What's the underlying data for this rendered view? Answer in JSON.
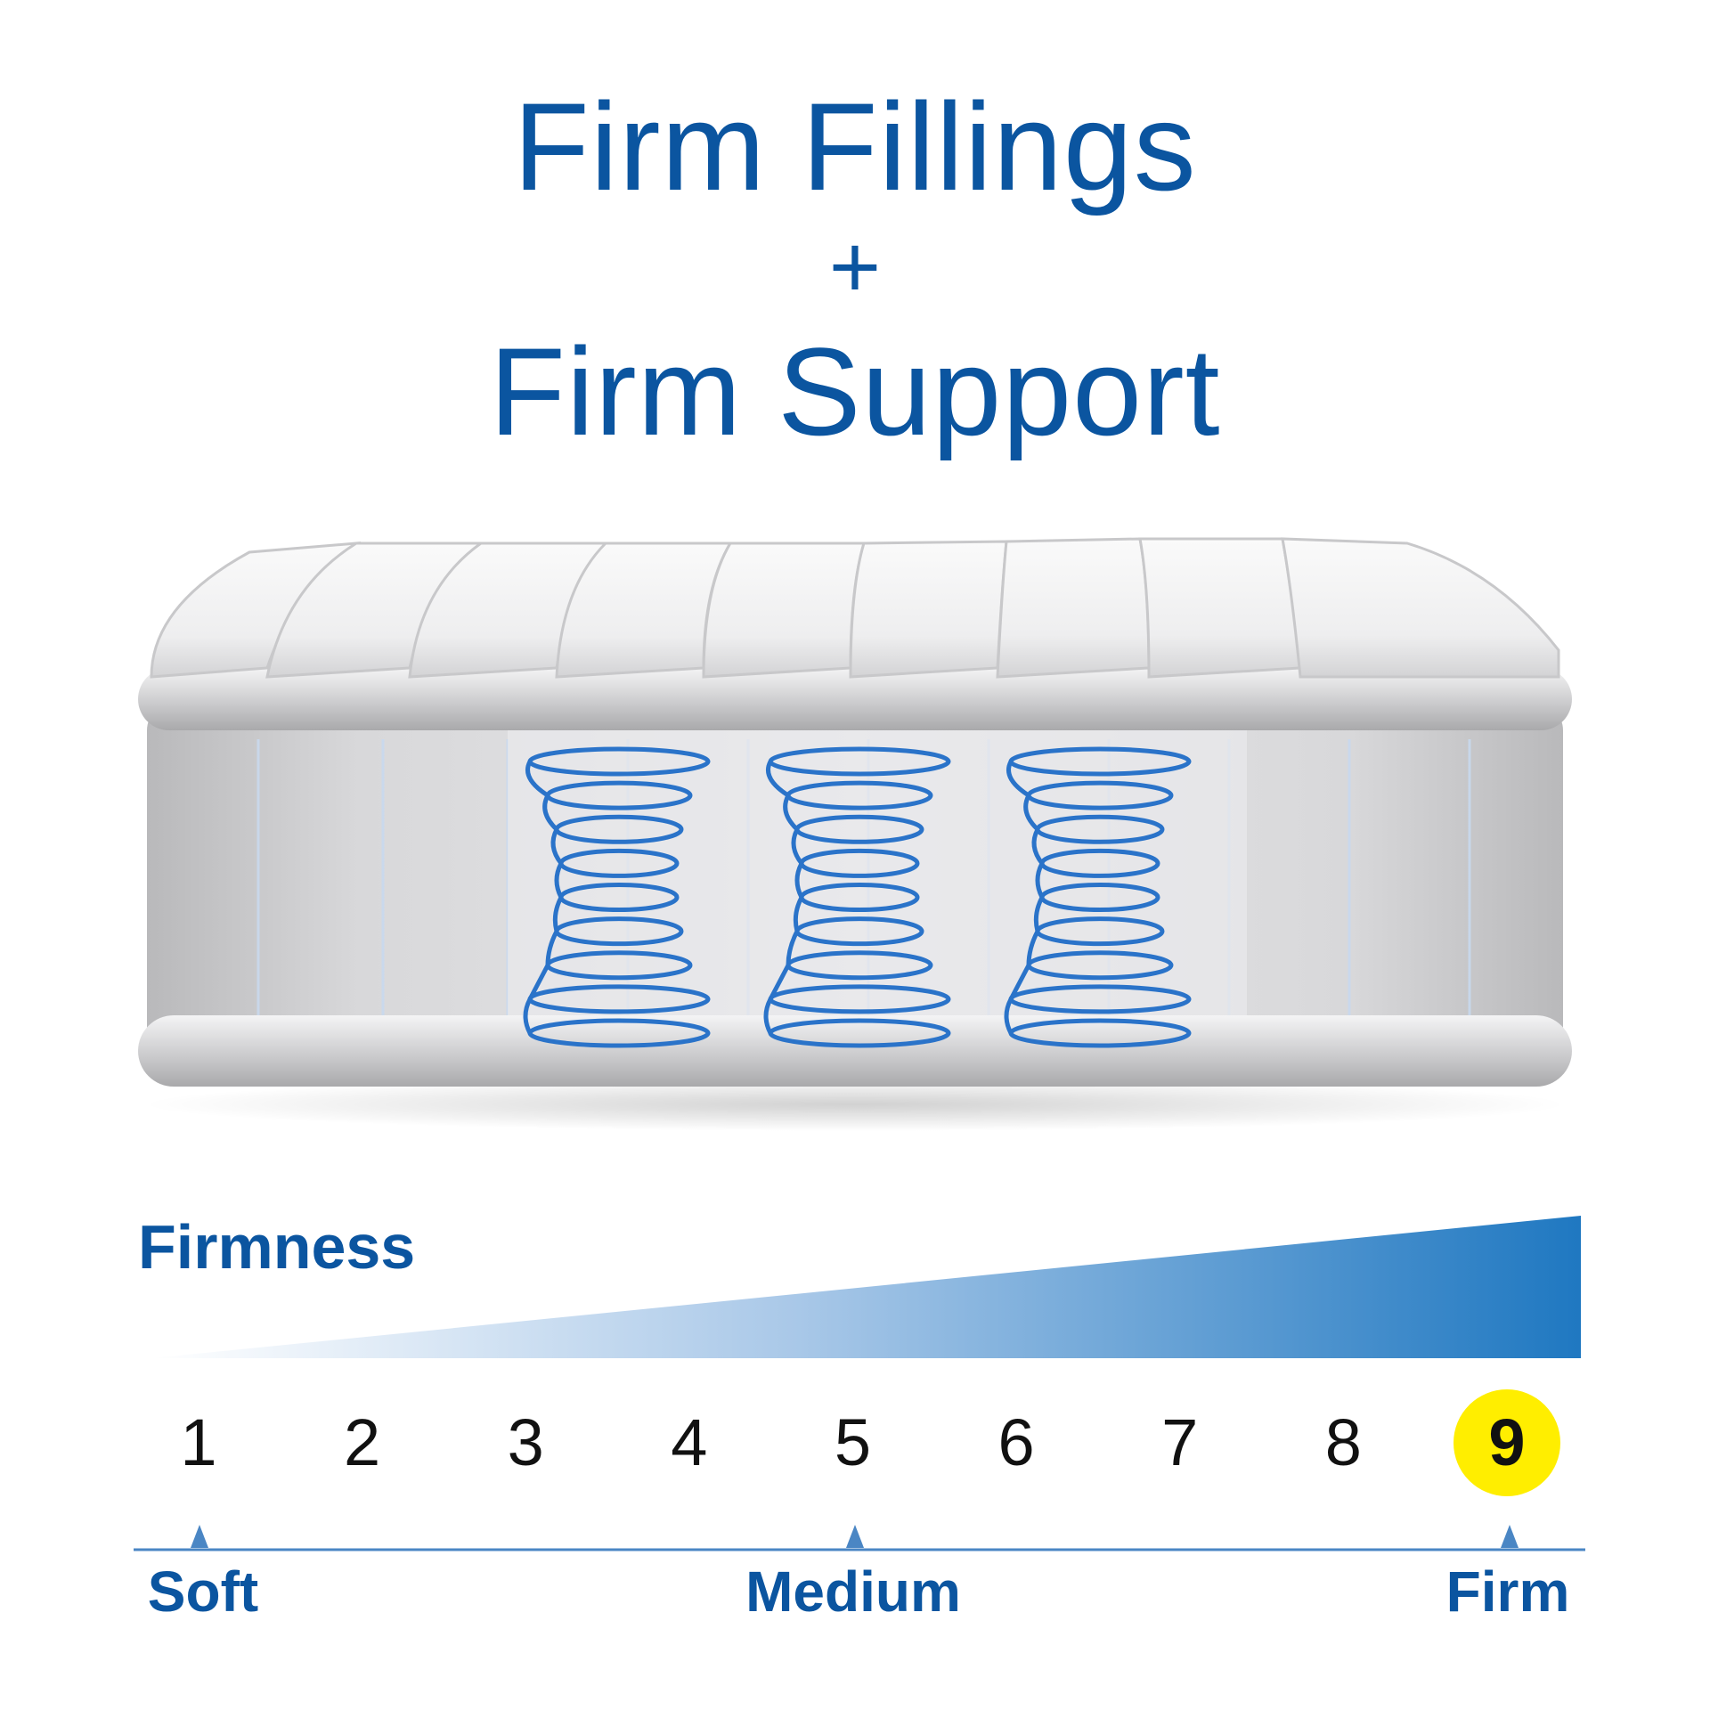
{
  "headline": {
    "line1": "Firm Fillings",
    "plus": "+",
    "line2": "Firm Support"
  },
  "illustration": {
    "subject": "mattress",
    "spring_count": 3,
    "spring_color": "#2a73c9"
  },
  "firmness": {
    "label": "Firmness",
    "gradient_color": "#1f78c1",
    "levels": [
      "1",
      "2",
      "3",
      "4",
      "5",
      "6",
      "7",
      "8",
      "9"
    ],
    "selected_level": "9",
    "highlight_color": "#ffee00",
    "scale_labels": {
      "soft": "Soft",
      "medium": "Medium",
      "firm": "Firm"
    }
  }
}
